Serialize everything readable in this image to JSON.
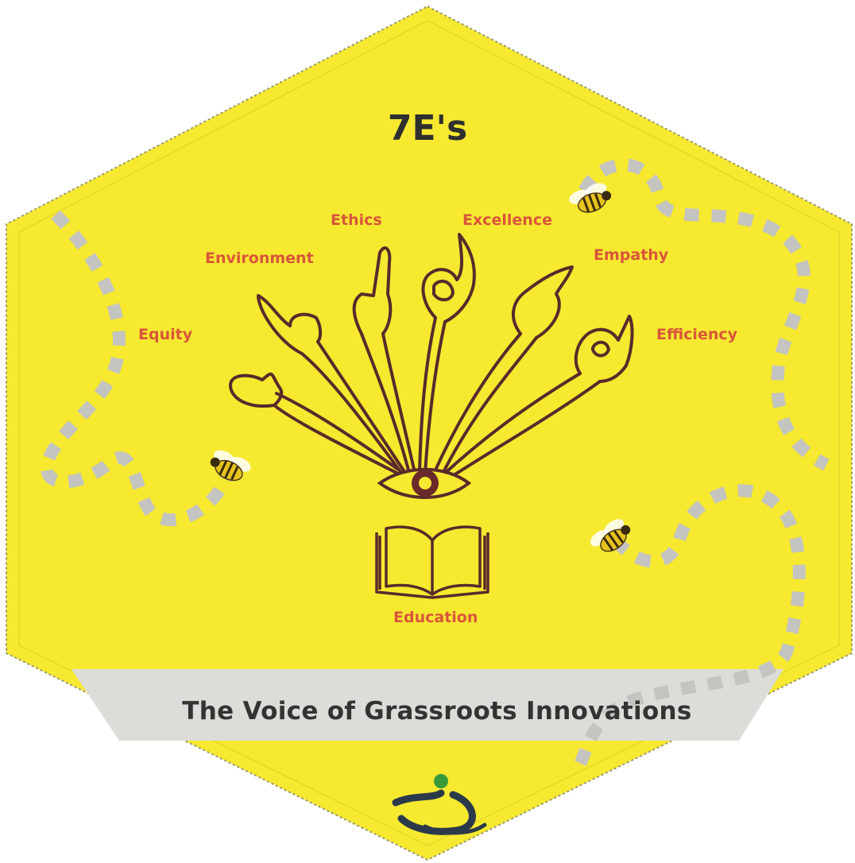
{
  "title": "7E's",
  "labels": {
    "ethics": "Ethics",
    "excellence": "Excellence",
    "environment": "Environment",
    "empathy": "Empathy",
    "equity": "Equity",
    "efficiency": "Efficiency",
    "education": "Education"
  },
  "tagline": "The Voice of Grassroots Innovations",
  "colors": {
    "background": "#f6e930",
    "label": "#d9553a",
    "title": "#2f2f2f",
    "line_art": "#5a2a2a",
    "trail": "#c4c4c0",
    "banner": "#dcdcd8",
    "logo_dot": "#3a9a3a",
    "logo_stroke": "#2b3a4a"
  },
  "icons": [
    "hand-gesture-icon",
    "eye-icon",
    "open-book-icon",
    "bee-icon",
    "logo-icon"
  ]
}
